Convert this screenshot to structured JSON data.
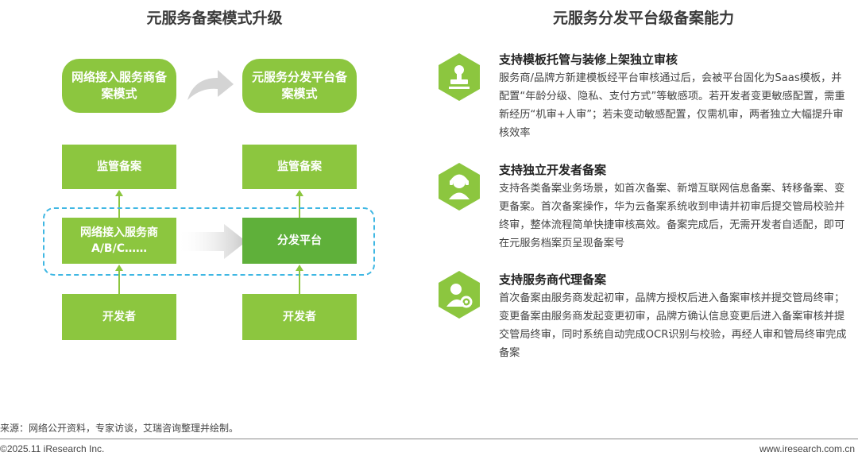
{
  "left": {
    "title": "元服务备案模式升级",
    "top_left": "网络接入服务商备案模式",
    "top_right": "元服务分发平台备案模式",
    "regulator_left": "监管备案",
    "regulator_right": "监管备案",
    "middle_left": "网络接入服务商 A/B/C……",
    "middle_right": "分发平台",
    "developer_left": "开发者",
    "developer_right": "开发者"
  },
  "right": {
    "title": "元服务分发平台级备案能力",
    "features": [
      {
        "icon": "stamp-icon",
        "title": "支持模板托管与装修上架独立审核",
        "body": "服务商/品牌方新建模板经平台审核通过后，会被平台固化为Saas模板，并配置“年龄分级、隐私、支付方式”等敏感项。若开发者变更敏感配置，需重新经历“机审+人审”；若未变动敏感配置，仅需机审，两者独立大幅提升审核效率"
      },
      {
        "icon": "developer-icon",
        "title": "支持独立开发者备案",
        "body": "支持各类备案业务场景，如首次备案、新增互联网信息备案、转移备案、变更备案。首次备案操作，华为云备案系统收到申请并初审后提交管局校验并终审，整体流程简单快捷审核高效。备案完成后，无需开发者自适配，即可在元服务档案页呈现备案号"
      },
      {
        "icon": "agent-gear-icon",
        "title": "支持服务商代理备案",
        "body": "首次备案由服务商发起初审，品牌方授权后进入备案审核并提交管局终审；变更备案由服务商发起变更初审，品牌方确认信息变更后进入备案审核并提交管局终审，同时系统自动完成OCR识别与校验，再经人审和管局终审完成备案"
      }
    ]
  },
  "footer": {
    "source": "来源：网络公开资料，专家访谈，艾瑞咨询整理并绘制。",
    "copyright": "©2025.11 iResearch Inc.",
    "website": "www.iresearch.com.cn"
  },
  "colors": {
    "green": "#8cc63f",
    "dark_green": "#5fb03a",
    "dash_blue": "#3fb7e3"
  }
}
